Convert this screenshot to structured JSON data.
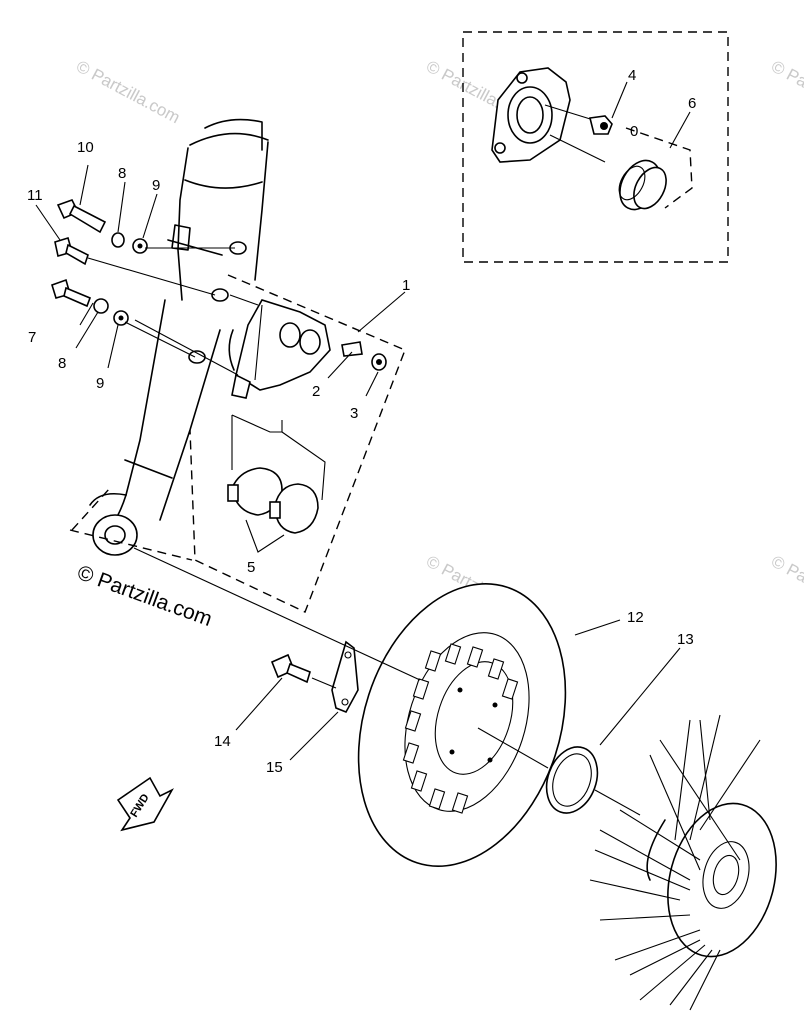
{
  "watermark": {
    "main_text": "© Partzilla.com",
    "faint_text": "© Partzilla.com"
  },
  "callouts": [
    "1",
    "2",
    "3",
    "4",
    "5",
    "6",
    "7",
    "8",
    "8",
    "9",
    "9",
    "10",
    "11",
    "12",
    "13",
    "14",
    "15"
  ],
  "sub_label": "0",
  "direction_label": "FWD"
}
